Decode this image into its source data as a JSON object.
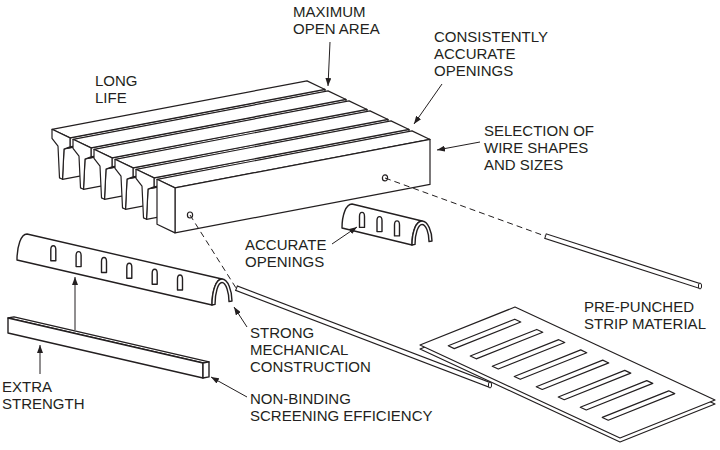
{
  "diagram": {
    "labels": [
      "MAXIMUM OPEN AREA",
      "CONSISTENTLY ACCURATE OPENINGS",
      "LONG LIFE",
      "SELECTION OF WIRE SHAPES AND SIZES",
      "ACCURATE OPENINGS",
      "PRE-PUNCHED STRIP MATERIAL",
      "STRONG MECHANICAL CONSTRUCTION",
      "EXTRA STRENGTH",
      "NON-BINDING SCREENING EFFICIENCY"
    ]
  }
}
